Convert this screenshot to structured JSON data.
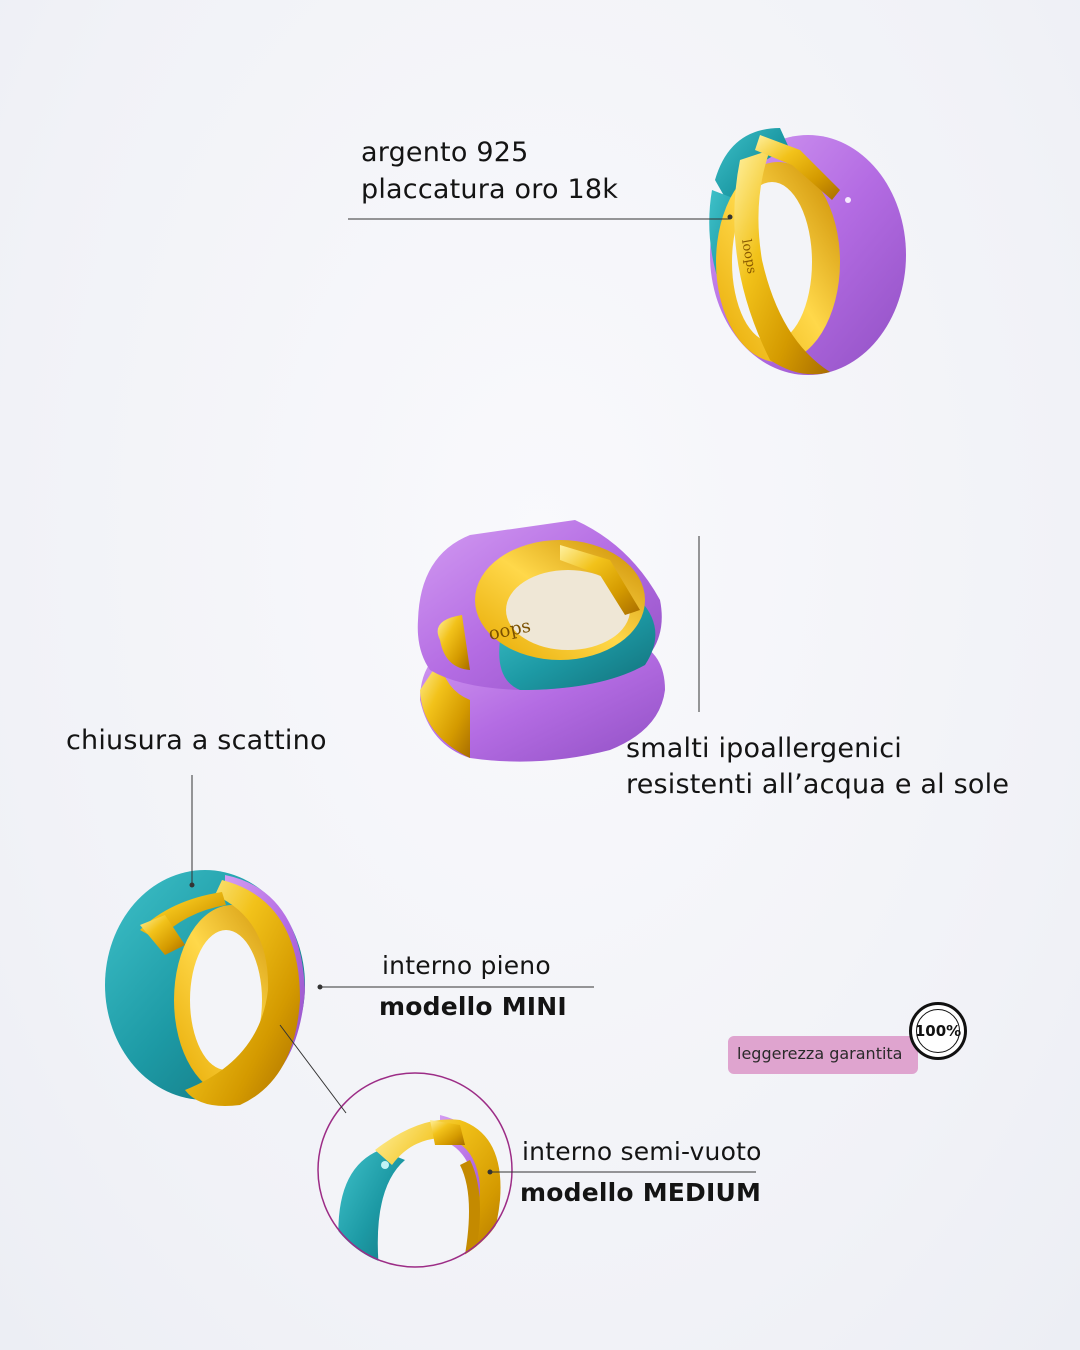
{
  "callouts": {
    "material_line1": "argento 925",
    "material_line2": "placcatura oro 18k",
    "clasp": "chiusura a scattino",
    "enamel_line1": "smalti ipoallergenici",
    "enamel_line2": "resistenti all’acqua e al sole",
    "mini_desc": "interno pieno",
    "mini_model": "modello MINI",
    "medium_desc": "interno semi-vuoto",
    "medium_model": "modello MEDIUM"
  },
  "badge": {
    "text": "leggerezza garantita",
    "percent": "100%"
  },
  "colors": {
    "background": "#f3f4f8",
    "gold": "#e8b400",
    "teal_enamel": "#1e9aa6",
    "lilac_enamel": "#b56ee0",
    "badge_pink": "#dfa4cf"
  }
}
